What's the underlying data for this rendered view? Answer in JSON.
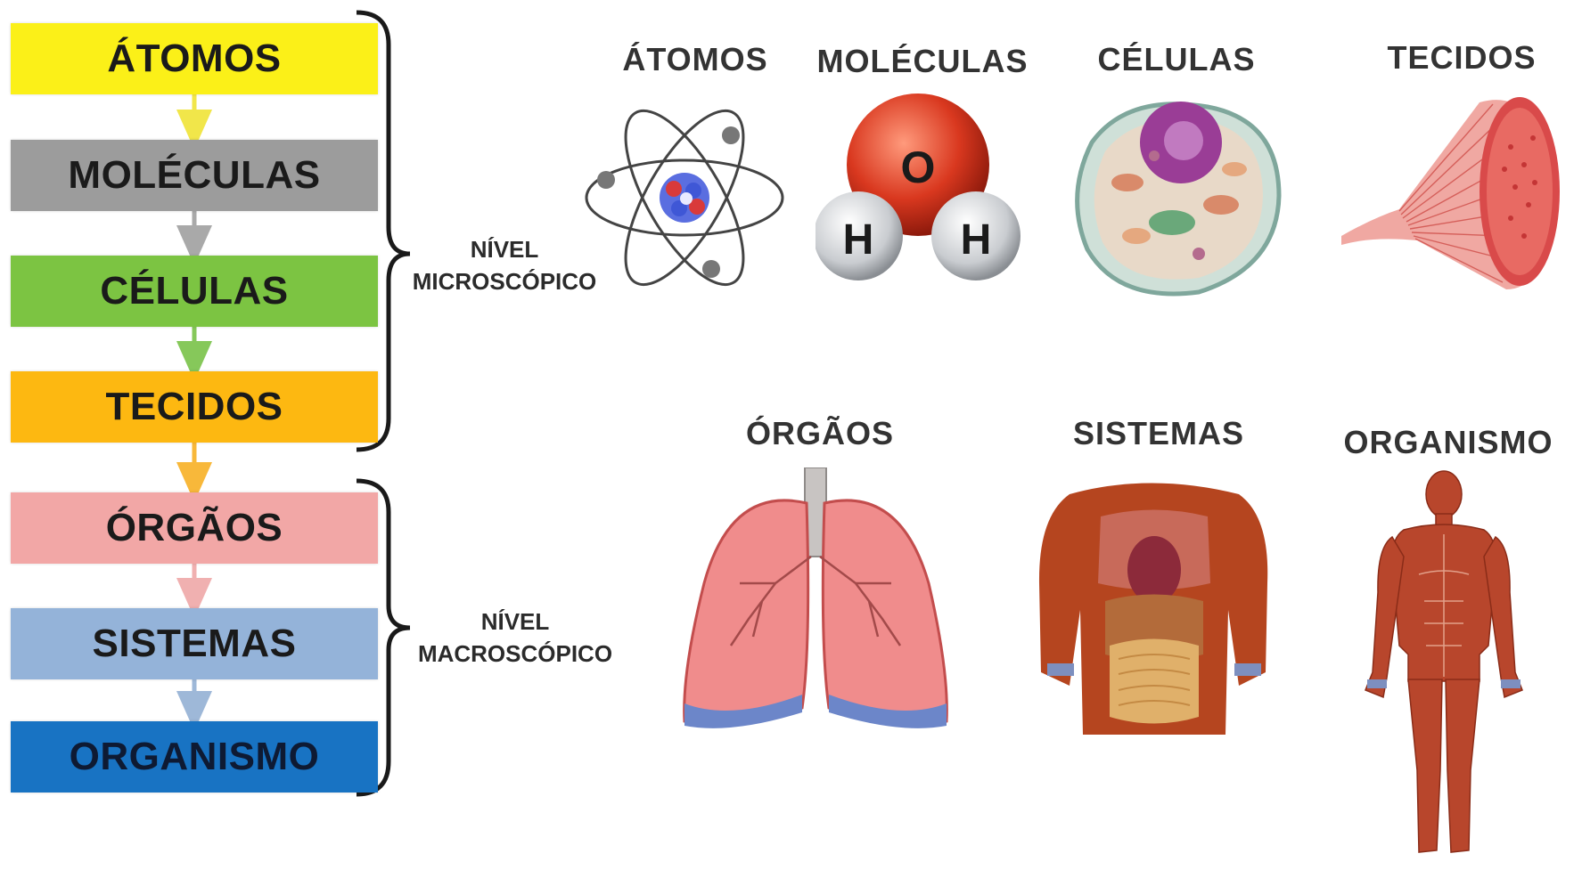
{
  "hierarchy": {
    "levels": [
      {
        "label": "ÁTOMOS"
      },
      {
        "label": "MOLÉCULAS"
      },
      {
        "label": "CÉLULAS"
      },
      {
        "label": "TECIDOS"
      },
      {
        "label": "ÓRGÃOS"
      },
      {
        "label": "SISTEMAS"
      },
      {
        "label": "ORGANISMO"
      }
    ],
    "groups": {
      "micro": {
        "line1": "NÍVEL",
        "line2": "MICROSCÓPICO"
      },
      "macro": {
        "line1": "NÍVEL",
        "line2": "MACROSCÓPICO"
      }
    },
    "colors": {
      "atomos": "#fbf018",
      "moleculas": "#9c9c9c",
      "celulas": "#7cc442",
      "tecidos": "#fdb811",
      "orgaos": "#f2a7a6",
      "sistemas": "#94b3d9",
      "organismo": "#1873c3"
    }
  },
  "illustrations": {
    "atomos": {
      "title": "ÁTOMOS",
      "icon": "atom-icon"
    },
    "moleculas": {
      "title": "MOLÉCULAS",
      "icon": "water-molecule-icon",
      "atom_o": "O",
      "atom_h1": "H",
      "atom_h2": "H"
    },
    "celulas": {
      "title": "CÉLULAS",
      "icon": "cell-icon"
    },
    "tecidos": {
      "title": "TECIDOS",
      "icon": "muscle-tissue-icon"
    },
    "orgaos": {
      "title": "ÓRGÃOS",
      "icon": "lungs-icon"
    },
    "sistemas": {
      "title": "SISTEMAS",
      "icon": "torso-anatomy-icon"
    },
    "organismo": {
      "title": "ORGANISMO",
      "icon": "human-body-icon"
    }
  }
}
